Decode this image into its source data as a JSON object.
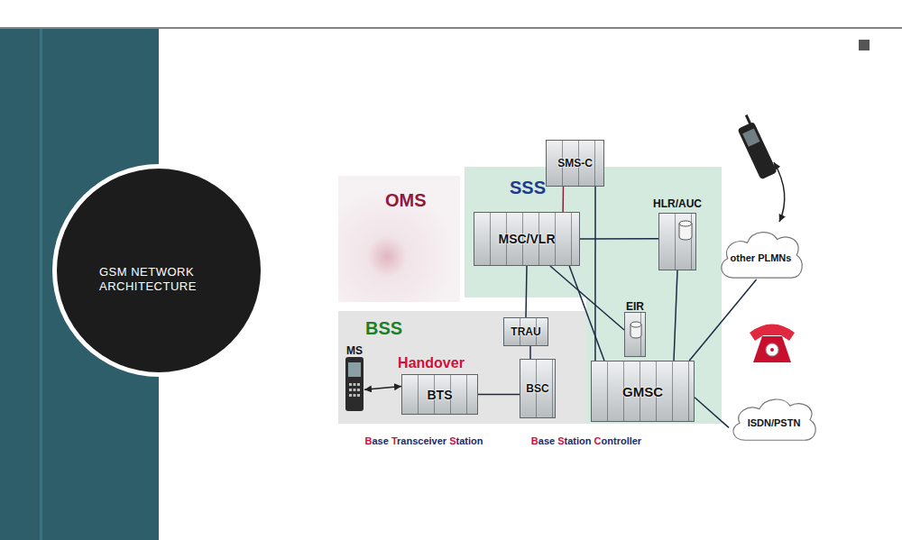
{
  "diagram": {
    "title": "GSM NETWORK ARCHITECTURE",
    "nodes": [
      {
        "text": [
          "SMS-C"
        ]
      },
      {
        "text": [
          "OMS"
        ]
      },
      {
        "text": [
          "SSS"
        ]
      },
      {
        "text": [
          "MSC/VLR"
        ],
        "in": 2
      },
      {
        "text": [
          "HLR/AUC"
        ],
        "in": 2
      },
      {
        "text": [
          "EIR"
        ],
        "in": 2
      },
      {
        "text": [
          "GMSC"
        ],
        "in": 2
      },
      {
        "text": [
          "other PLMNs"
        ]
      },
      {
        "text": [
          "BSS"
        ]
      },
      {
        "text": [
          "MS"
        ],
        "in": 8
      },
      {
        "text": [
          "TRAU"
        ],
        "in": 8
      },
      {
        "text": [
          "BTS"
        ],
        "in": 8
      },
      {
        "text": [
          "BSC"
        ],
        "in": 8
      },
      {
        "text": [
          "ISDN/PSTN"
        ]
      }
    ],
    "edges": [
      {
        "from": 0,
        "to": 3,
        "arrow": "none"
      },
      {
        "from": 0,
        "to": 6,
        "arrow": "none"
      },
      {
        "from": 3,
        "to": 4,
        "arrow": "none"
      },
      {
        "from": 3,
        "to": 5,
        "arrow": "none"
      },
      {
        "from": 3,
        "to": 10,
        "arrow": "none"
      },
      {
        "from": 3,
        "to": 6,
        "arrow": "none"
      },
      {
        "from": 4,
        "to": 6,
        "arrow": "none"
      },
      {
        "from": 6,
        "to": 7,
        "arrow": "none"
      },
      {
        "from": 6,
        "to": 13,
        "arrow": "none"
      },
      {
        "from": 10,
        "to": 12,
        "arrow": "none"
      },
      {
        "from": 11,
        "to": 12,
        "arrow": "none"
      },
      {
        "from": 9,
        "to": 11,
        "arrow": "both",
        "label": "Handover"
      }
    ],
    "labels": [
      "Base Transceiver Station",
      "Base Station Controller"
    ]
  }
}
